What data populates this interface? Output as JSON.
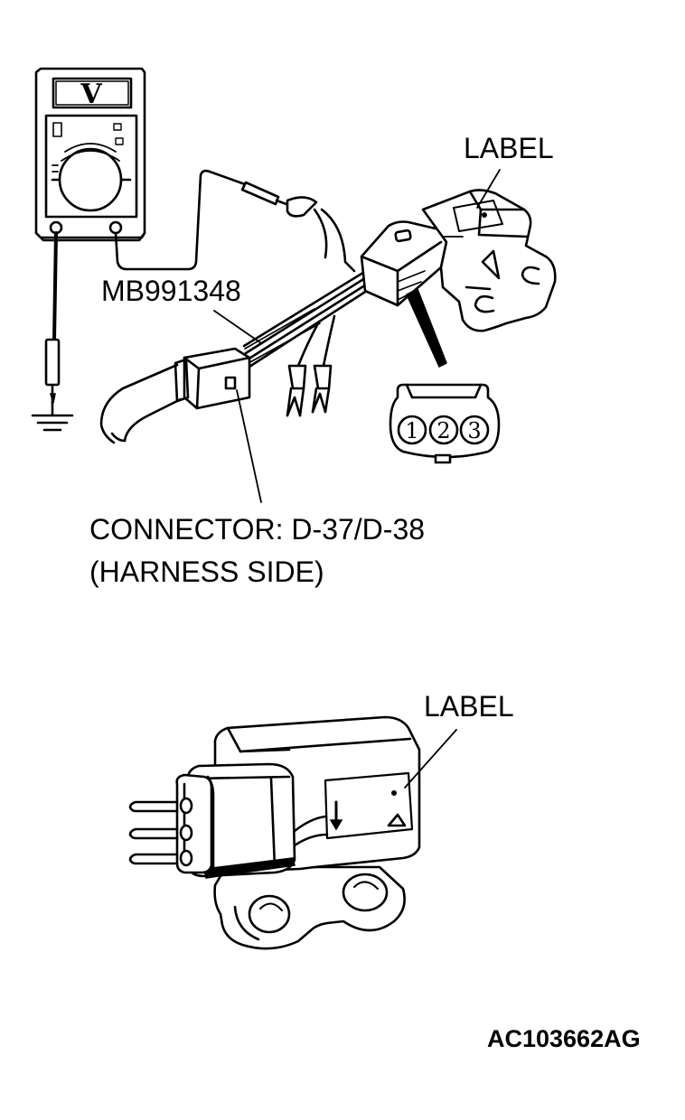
{
  "top": {
    "label": "LABEL",
    "tool": "MB991348",
    "connector_line1": "CONNECTOR: D-37/D-38",
    "connector_line2": "(HARNESS SIDE)"
  },
  "meter": {
    "symbol": "V",
    "pins": [
      "1",
      "2",
      "3"
    ]
  },
  "bottom": {
    "label": "LABEL"
  },
  "figure_code": "AC103662AG"
}
